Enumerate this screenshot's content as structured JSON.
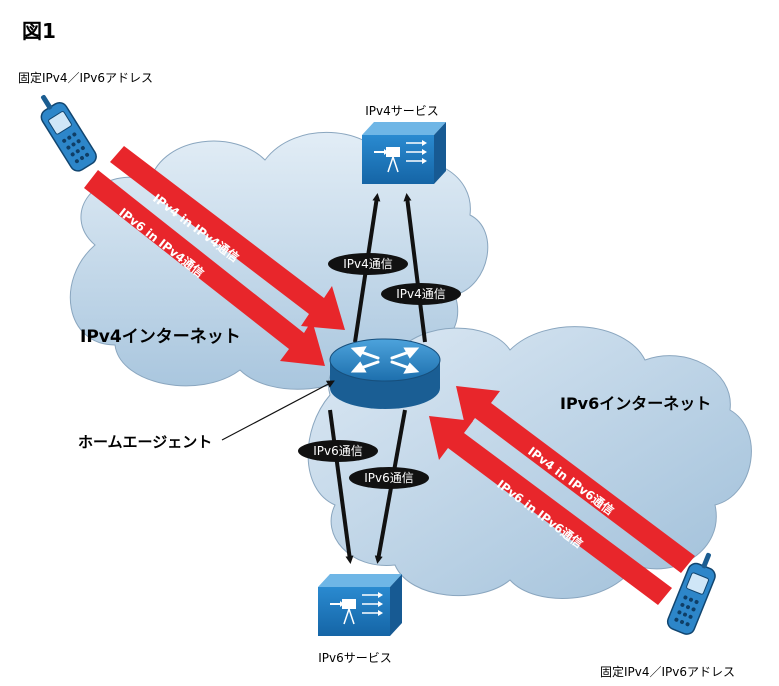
{
  "figure_title": "図1",
  "phone_top_label": "固定IPv4／IPv6アドレス",
  "phone_bottom_label": "固定IPv4／IPv6アドレス",
  "clouds": {
    "ipv4_label": "IPv4インターネット",
    "ipv6_label": "IPv6インターネット"
  },
  "services": {
    "ipv4_label": "IPv4サービス",
    "ipv6_label": "IPv6サービス"
  },
  "home_agent_label": "ホームエージェント",
  "tunnels": {
    "top_1": "IPv4 in IPv4通信",
    "top_2": "IPv6 in IPv4通信",
    "bottom_1": "IPv4 in IPv6通信",
    "bottom_2": "IPv6 in IPv6通信"
  },
  "links": {
    "v4_a": "IPv4通信",
    "v4_b": "IPv4通信",
    "v6_a": "IPv6通信",
    "v6_b": "IPv6通信"
  },
  "colors": {
    "tunnel_red": "#e8262b",
    "device_blue": "#1f78bf",
    "cloud_fill": "#c9dcec"
  }
}
